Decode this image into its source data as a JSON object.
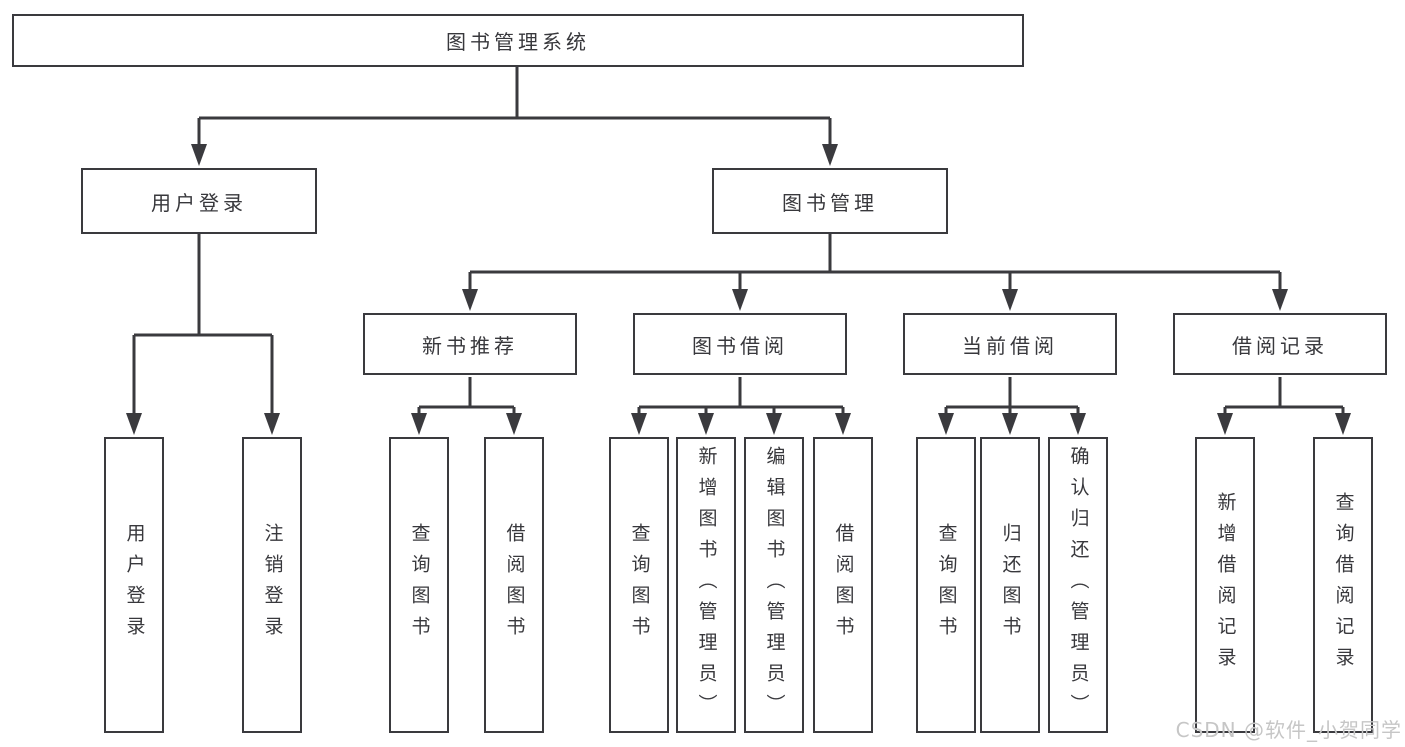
{
  "diagram": {
    "type": "hierarchy-tree",
    "colors": {
      "line": "#3a3a3e",
      "text": "#38383c",
      "box_background": "#ffffff",
      "page_background": "#ffffff",
      "watermark": "#c6c6c6"
    },
    "tree": {
      "label": "图书管理系统",
      "children": [
        {
          "label": "用户登录",
          "children": [
            {
              "label": "用户登录"
            },
            {
              "label": "注销登录"
            }
          ]
        },
        {
          "label": "图书管理",
          "children": [
            {
              "label": "新书推荐",
              "children": [
                {
                  "label": "查询图书"
                },
                {
                  "label": "借阅图书"
                }
              ]
            },
            {
              "label": "图书借阅",
              "children": [
                {
                  "label": "查询图书"
                },
                {
                  "label": "新增图书（管理员）"
                },
                {
                  "label": "编辑图书（管理员）"
                },
                {
                  "label": "借阅图书"
                }
              ]
            },
            {
              "label": "当前借阅",
              "children": [
                {
                  "label": "查询图书"
                },
                {
                  "label": "归还图书"
                },
                {
                  "label": "确认归还（管理员）"
                }
              ]
            },
            {
              "label": "借阅记录",
              "children": [
                {
                  "label": "新增借阅记录"
                },
                {
                  "label": "查询借阅记录"
                }
              ]
            }
          ]
        }
      ]
    },
    "watermark": "CSDN @软件_小贺同学"
  }
}
